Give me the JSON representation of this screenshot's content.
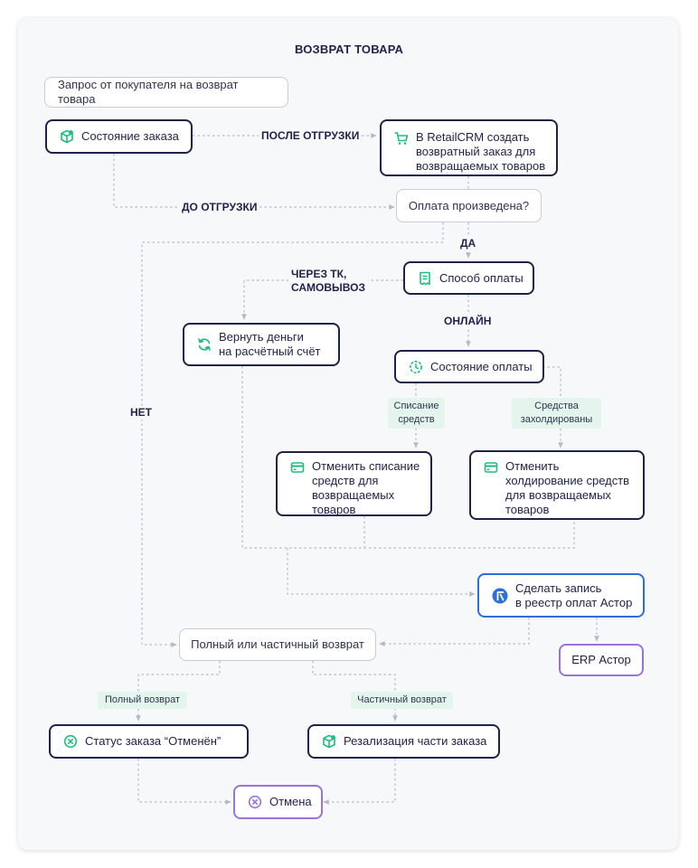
{
  "title": "ВОЗВРАТ ТОВАРА",
  "colors": {
    "dark": "#1e2248",
    "green": "#1dbf7e",
    "blue": "#2a6fdb",
    "purple": "#9b72d6",
    "connector": "#b5bac4"
  },
  "nodes": {
    "request": {
      "text": "Запрос от покупателя на возврат товара"
    },
    "order_state": {
      "text": "Состояние заказа",
      "icon": "box-icon"
    },
    "create_return": {
      "text": "В RetailCRM создать\nвозвратный заказ для\nвозвращаемых товаров",
      "icon": "cart-icon"
    },
    "payment_made": {
      "text": "Оплата произведена?"
    },
    "payment_method": {
      "text": "Способ оплаты",
      "icon": "receipt-icon"
    },
    "refund": {
      "text": "Вернуть деньги\nна расчётный счёт",
      "icon": "refresh-icon"
    },
    "payment_state": {
      "text": "Состояние оплаты",
      "icon": "clock-icon"
    },
    "cancel_charge": {
      "text": "Отменить списание\nсредств для\nвозвращаемых\nтоваров",
      "icon": "card-icon"
    },
    "cancel_hold": {
      "text": "Отменить\nхолдирование средств\nдля возвращаемых\nтоваров",
      "icon": "card-icon"
    },
    "astor_record": {
      "text": "Сделать запись\nв реестр оплат Астор",
      "icon": "astor-icon"
    },
    "erp": {
      "text": "ERP Астор"
    },
    "full_partial": {
      "text": "Полный или частичный возврат"
    },
    "status_cancelled": {
      "text": "Статус заказа “Отменён”",
      "icon": "cancel-circle-icon"
    },
    "partial_sale": {
      "text": "Резализация части заказа",
      "icon": "box-icon"
    },
    "cancel": {
      "text": "Отмена",
      "icon": "cancel-circle-icon"
    }
  },
  "edge_labels": {
    "after_shipment": "ПОСЛЕ ОТГРУЗКИ",
    "before_shipment": "ДО ОТГРУЗКИ",
    "yes": "ДА",
    "no": "НЕТ",
    "via_tk": "ЧЕРЕЗ ТК,\nСАМОВЫВОЗ",
    "online": "ОНЛАЙН"
  },
  "tags": {
    "charged": "Списание\nсредств",
    "held": "Средства\nзахолдированы",
    "full_return": "Полный возврат",
    "partial_return": "Частичный возврат"
  }
}
